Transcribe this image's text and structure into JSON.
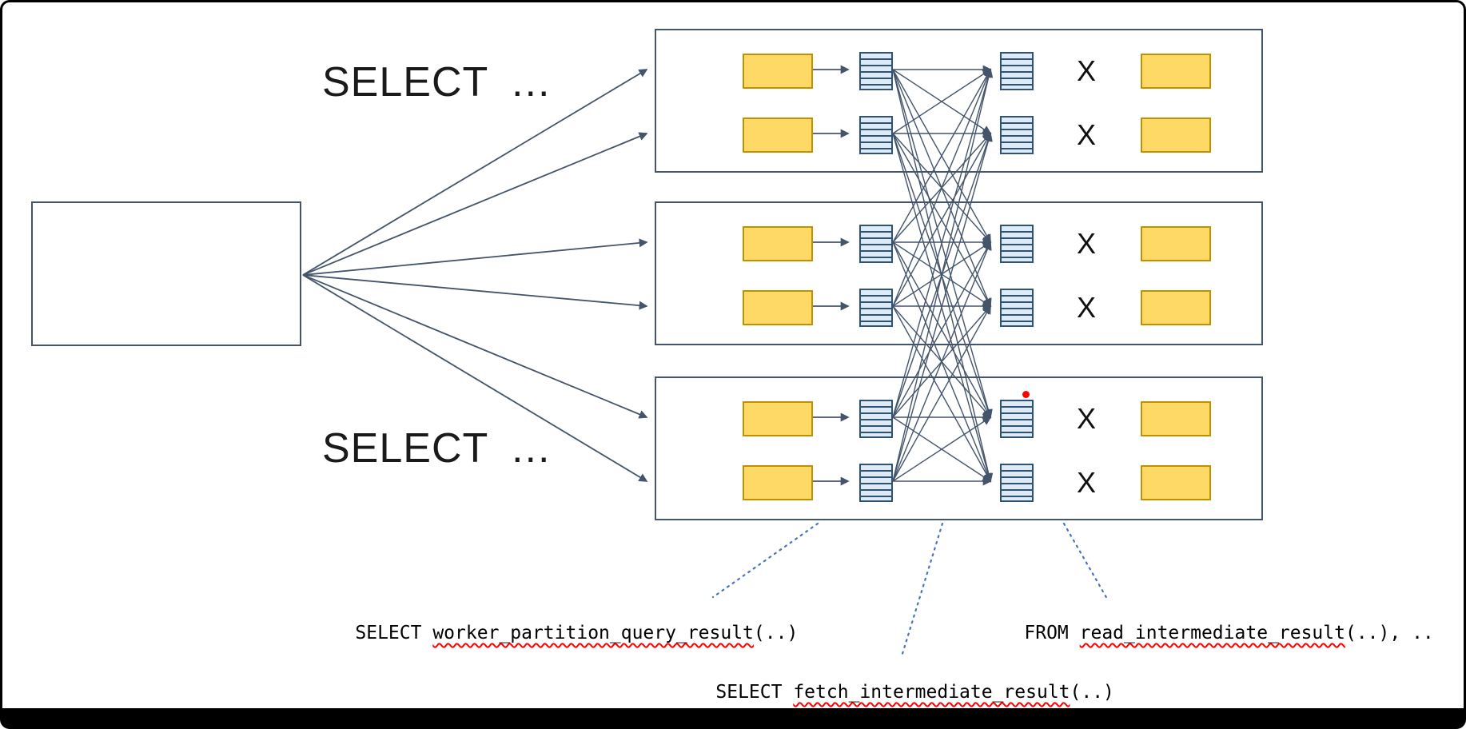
{
  "slide": {
    "query_top": "SELECT …",
    "query_bottom": "SELECT …"
  },
  "workers": [
    {
      "rows": [
        {
          "join_label": "X"
        },
        {
          "join_label": "X"
        }
      ]
    },
    {
      "rows": [
        {
          "join_label": "X"
        },
        {
          "join_label": "X"
        }
      ]
    },
    {
      "rows": [
        {
          "join_label": "X"
        },
        {
          "join_label": "X"
        }
      ]
    }
  ],
  "callouts": [
    {
      "keyword": "SELECT ",
      "function": "worker_partition_query_result",
      "args": "(..)"
    },
    {
      "keyword": "SELECT ",
      "function": "fetch_intermediate_result",
      "args": "(..)"
    },
    {
      "keyword": "FROM ",
      "function": "read_intermediate_result",
      "args": "(..), .."
    }
  ],
  "icons": {
    "source_shard": "yellow-table-rectangle",
    "partitioned_result": "striped-intermediate-file",
    "fetched_result": "striped-intermediate-file",
    "red_dot": "red-pointer-dot",
    "arrowhead": "triangle-arrowhead"
  },
  "colors": {
    "arrow": "#44546A",
    "box_border": "#44546A",
    "shard_fill": "#FFD966",
    "shard_border": "#BF9000",
    "icon_fill": "#DEEBF7",
    "icon_border": "#2E5373",
    "icon_line": "#2E5373",
    "callout_line": "#4472C4",
    "squiggle": "#FF0000",
    "dot": "#FF0000",
    "text": "#1A1A1A"
  }
}
